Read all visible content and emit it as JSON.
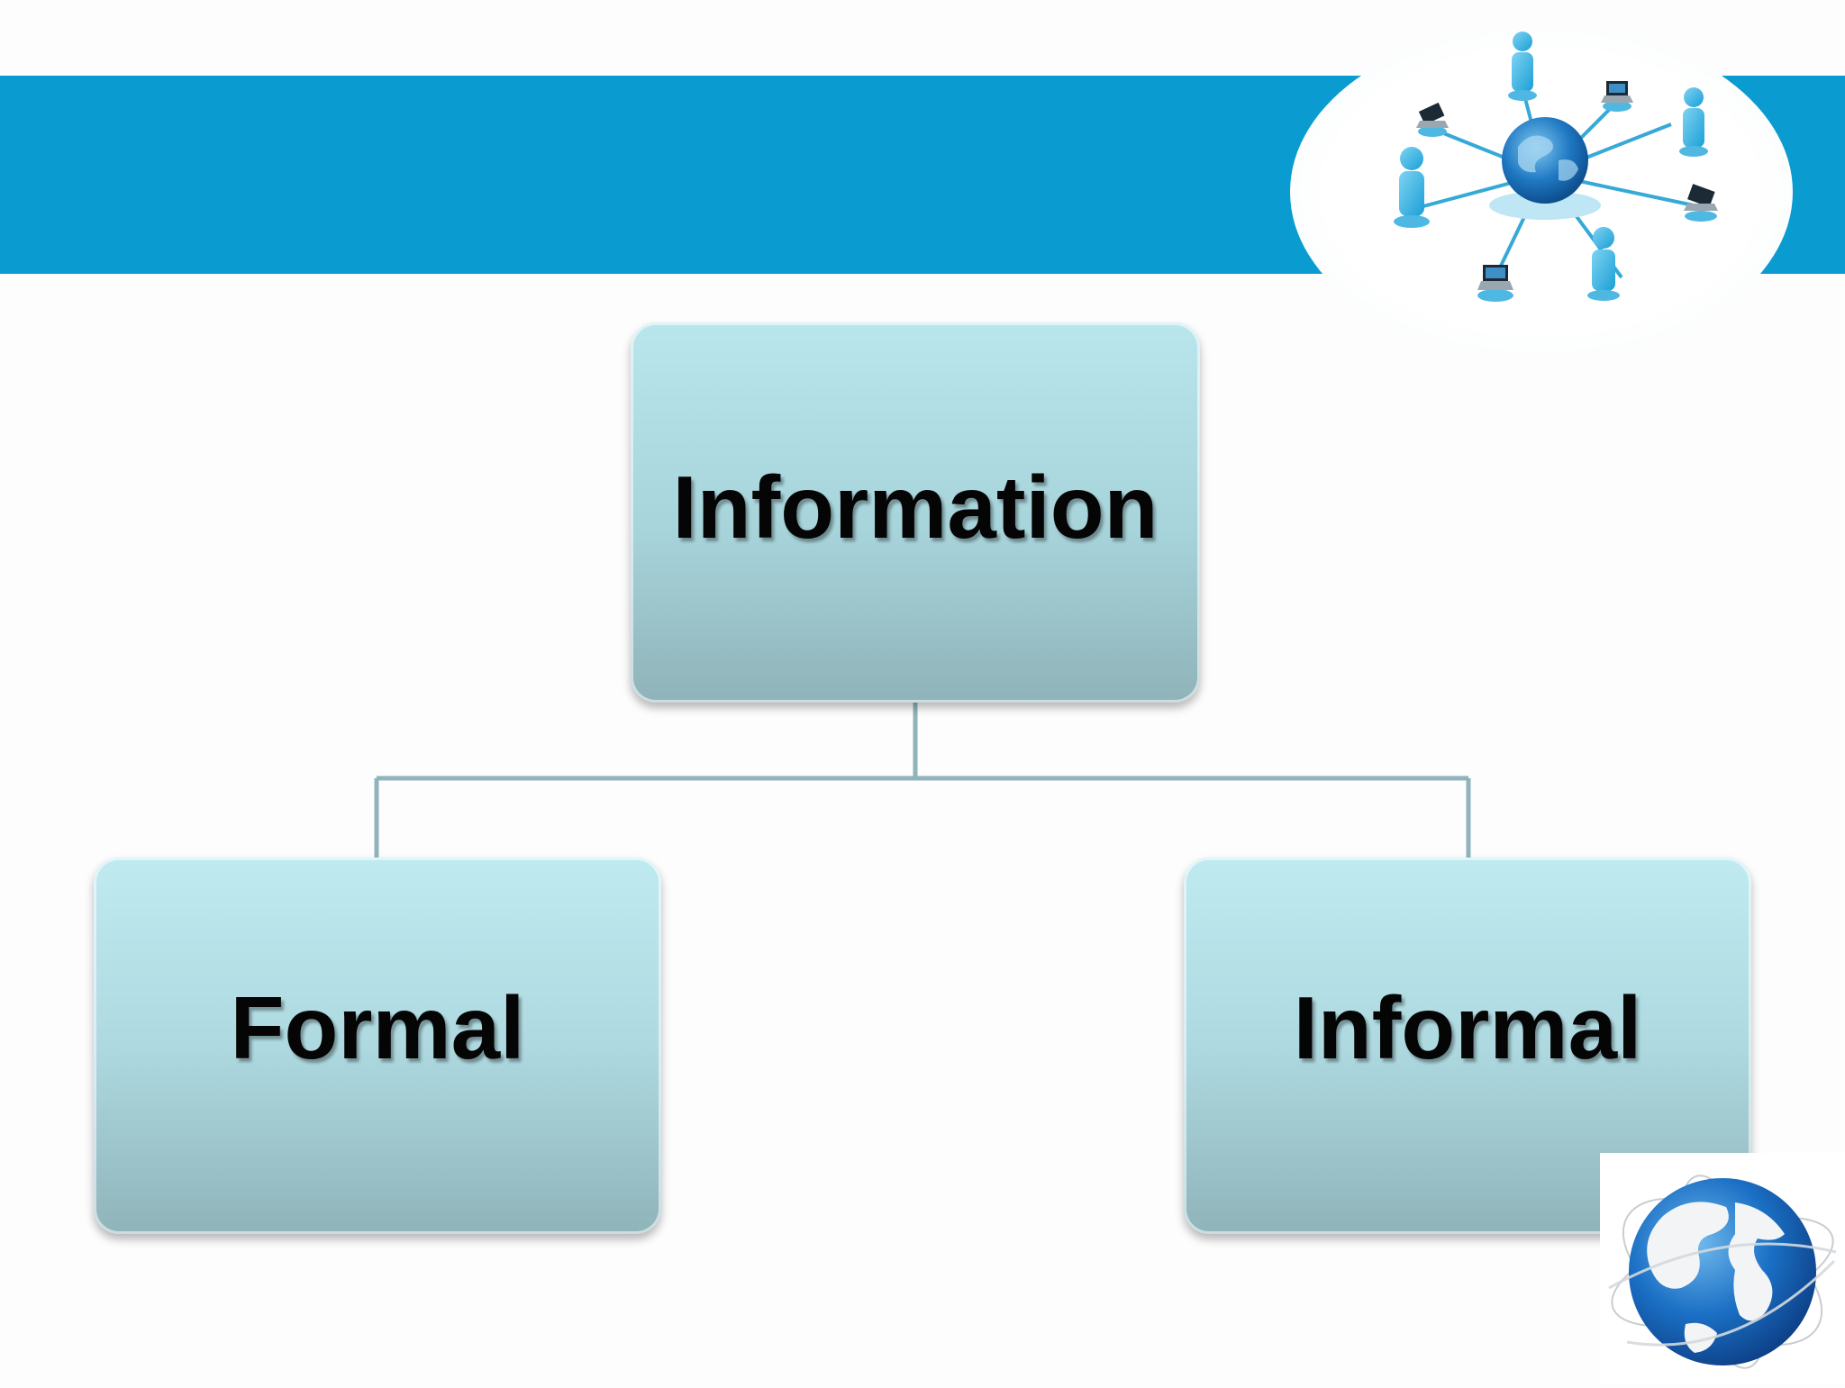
{
  "diagram": {
    "root": {
      "label": "Information"
    },
    "children": [
      {
        "label": "Formal"
      },
      {
        "label": "Informal"
      }
    ]
  },
  "colors": {
    "header_band": "#0a9cd0",
    "box_fill": "#a7d3da",
    "connector": "#8fb4ba",
    "text": "#050505"
  },
  "icons": [
    "network-people-icon",
    "globe-icon"
  ]
}
